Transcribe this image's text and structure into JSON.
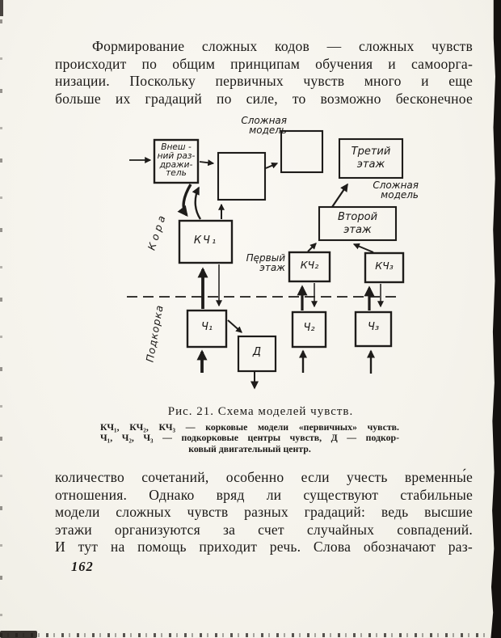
{
  "colors": {
    "page_background": "#f6f4ee",
    "ink": "#1b1917",
    "scan_edge": "#14110f"
  },
  "paragraphs": {
    "top": {
      "lines": [
        "Формирование сложных кодов — сложных чувств",
        "происходит по общим принципам обучения и самоорга-",
        "низации. Поскольку первичных чувств много и еще",
        "больше их градаций по силе, то возможно бесконечное"
      ]
    },
    "bottom": {
      "lines": [
        "количество сочетаний, особенно если учесть временны́е",
        "отношения. Однако вряд ли существуют стабильные",
        "модели сложных чувств разных градаций: ведь высшие",
        "этажи организуются за счет случайных совпадений.",
        "И тут на помощь приходит речь. Слова обозначают раз-"
      ]
    }
  },
  "figure": {
    "caption_title": "Рис. 21. Схема моделей чувств.",
    "legend_lines": [
      "КЧ₁, КЧ₂, КЧ₃ — корковые модели «первичных» чувств.",
      "Ч₁, Ч₂, Ч₃ — подкорковые центры чувств, Д — подкор-",
      "ковый двигательный центр."
    ],
    "labels": {
      "complex_model_top": "Сложная\nмодель",
      "external_stimulus": "Внеш -\nний раз-\nдражи-\nтель",
      "third_floor": "Третий\nэтаж",
      "complex_model_right": "Сложная\nмодель",
      "second_floor": "Второй\nэтаж",
      "first_floor": "Пęрвый\nэтаж",
      "cortex": "Кора",
      "subcortex": "Подкорка",
      "kch1": "КЧ₁",
      "kch2": "КЧ₂",
      "kch3": "КЧ₃",
      "ch1": "Ч₁",
      "ch2": "Ч₂",
      "ch3": "Ч₃",
      "d": "Д"
    }
  },
  "page_number": "162"
}
